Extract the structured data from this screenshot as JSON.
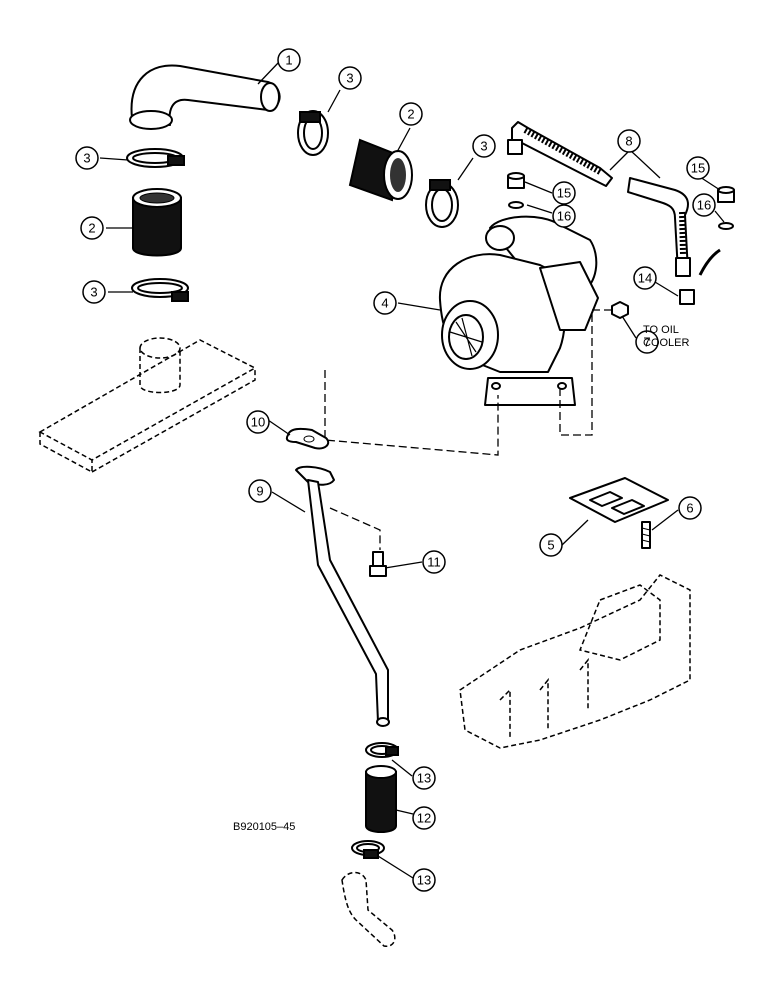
{
  "callouts": [
    {
      "id": "c1",
      "label": "1"
    },
    {
      "id": "c2a",
      "label": "2"
    },
    {
      "id": "c2b",
      "label": "2"
    },
    {
      "id": "c3a",
      "label": "3"
    },
    {
      "id": "c3b",
      "label": "3"
    },
    {
      "id": "c3c",
      "label": "3"
    },
    {
      "id": "c3d",
      "label": "3"
    },
    {
      "id": "c4",
      "label": "4"
    },
    {
      "id": "c5",
      "label": "5"
    },
    {
      "id": "c6",
      "label": "6"
    },
    {
      "id": "c7",
      "label": "7"
    },
    {
      "id": "c8",
      "label": "8"
    },
    {
      "id": "c9",
      "label": "9"
    },
    {
      "id": "c10",
      "label": "10"
    },
    {
      "id": "c11",
      "label": "11"
    },
    {
      "id": "c12",
      "label": "12"
    },
    {
      "id": "c13a",
      "label": "13"
    },
    {
      "id": "c13b",
      "label": "13"
    },
    {
      "id": "c14",
      "label": "14"
    },
    {
      "id": "c15a",
      "label": "15"
    },
    {
      "id": "c15b",
      "label": "15"
    },
    {
      "id": "c16a",
      "label": "16"
    },
    {
      "id": "c16b",
      "label": "16"
    }
  ],
  "note": {
    "line1": "TO OIL",
    "line2": "COOLER"
  },
  "figure_code": "B920105–45"
}
